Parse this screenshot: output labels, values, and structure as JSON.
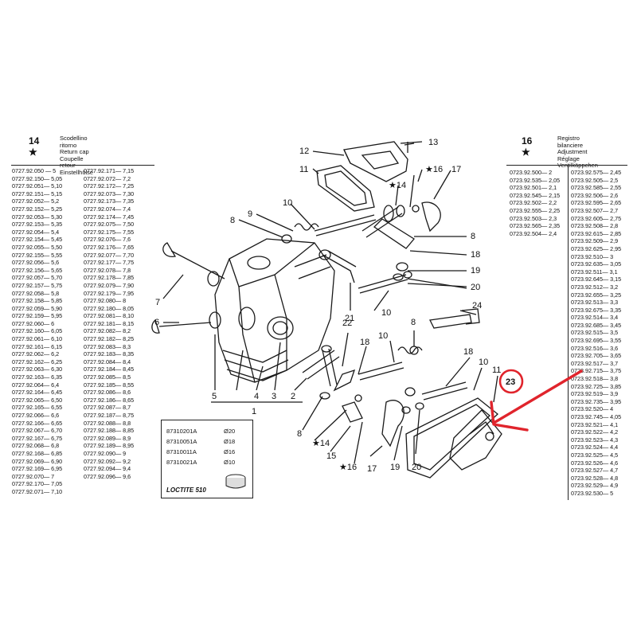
{
  "left_panel": {
    "number": "14 ★",
    "title_lines": [
      "Scodellino ritorno",
      "Return cap",
      "Coupelle retour",
      "Einstellhülse"
    ],
    "col1": [
      "0727.92.050 — 5",
      "0727.92.150— 5,05",
      "0727.92.051— 5,10",
      "0727.92.151— 5,15",
      "0727.92.052— 5,2",
      "0727.92.152— 5,25",
      "0727.92.053— 5,30",
      "0727.92.153— 5,35",
      "0727.92.054— 5,4",
      "0727.92.154— 5,45",
      "0727.92.055— 5,50",
      "0727.92.155— 5,55",
      "0727.92.056— 5,6",
      "0727.92.156— 5,65",
      "0727.92.057— 5,70",
      "0727.92.157— 5,75",
      "0727.92.058— 5,8",
      "0727.92.158— 5,85",
      "0727.92.059— 5,90",
      "0727.92.159— 5,95",
      "0727.92.060— 6",
      "0727.92.160— 6,05",
      "0727.92.061— 6,10",
      "0727.92.161— 6,15",
      "0727.92.062— 6,2",
      "0727.92.162— 6,25",
      "0727.92.063— 6,30",
      "0727.92.163— 6,35",
      "0727.92.064— 6,4",
      "0727.92.164— 6,45",
      "0727.92.065— 6,50",
      "0727.92.165— 6,55",
      "0727.92.066— 6,6",
      "0727.92.166— 6,65",
      "0727.92.067— 6,70",
      "0727.92.167— 6,75",
      "0727.92.068— 6,8",
      "0727.92.168— 6,85",
      "0727.92.069— 6,90",
      "0727.92.169— 6,95",
      "0727.92.070— 7",
      "0727.92.170— 7,05",
      "0727.92.071— 7,10"
    ],
    "col2": [
      "0727.92.171— 7,15",
      "0727.92.072— 7,2",
      "0727.92.172— 7,25",
      "0727.92.073— 7,30",
      "0727.92.173— 7,35",
      "0727.92.074— 7,4",
      "0727.92.174— 7,45",
      "0727.92.075— 7,50",
      "0727.92.175— 7,55",
      "0727.92.076— 7,6",
      "0727.92.176— 7,65",
      "0727.92.077— 7,70",
      "0727.92.177— 7,75",
      "0727.92.078— 7,8",
      "0727.92.178— 7,85",
      "0727.92.079— 7,90",
      "0727.92.179— 7,95",
      "0727.92.080— 8",
      "0727.92.180— 8,05",
      "0727.92.081— 8,10",
      "0727.92.181— 8,15",
      "0727.92.082— 8,2",
      "0727.92.182— 8,25",
      "0727.92.083— 8,3",
      "0727.92.183— 8,35",
      "0727.92.084— 8,4",
      "0727.92.184— 8,45",
      "0727.92.085— 8,5",
      "0727.92.185— 8,55",
      "0727.92.086— 8,6",
      "0727.92.186— 8,65",
      "0727.92.087— 8,7",
      "0727.92.187— 8,75",
      "0727.92.088— 8,8",
      "0727.92.188— 8,85",
      "0727.92.089— 8,9",
      "0727.92.189— 8,95",
      "0727.92.090— 9",
      "0727.92.092— 9,2",
      "0727.92.094— 9,4",
      "0727.92.096— 9,6"
    ]
  },
  "right_panel": {
    "number": "16 ★",
    "title_lines": [
      "Registro bilanciere",
      "Adjustment",
      "Réglage",
      "Ventilkäppchen"
    ],
    "col1": [
      "0723.92.500— 2",
      "0723.92.535— 2,05",
      "0723.92.501— 2,1",
      "0723.92.545— 2,15",
      "0723.92.502— 2,2",
      "0723.92.555— 2,25",
      "0723.92.503— 2,3",
      "0723.92.565— 2,35",
      "0723.92.504— 2,4"
    ],
    "col2": [
      "0723.92.575— 2,45",
      "0723.92.505— 2,5",
      "0723.92.585— 2,55",
      "0723.92.506— 2,6",
      "0723.92.595— 2,65",
      "0723.92.507— 2,7",
      "0723.92.605— 2,75",
      "0723.92.508— 2,8",
      "0723.92.615— 2,85",
      "0723.92.509— 2,9",
      "0723.92.625— 2,95",
      "0723.92.510— 3",
      "0723.92.635— 3,05",
      "0723.92.511— 3,1",
      "0723.92.645— 3,15",
      "0723.92.512— 3,2",
      "0723.92.655— 3,25",
      "0723.92.513— 3,3",
      "0723.92.675— 3,35",
      "0723.92.514— 3,4",
      "0723.92.685— 3,45",
      "0723.92.515— 3,5",
      "0723.92.695— 3,55",
      "0723.92.516— 3,6",
      "0723.92.705— 3,65",
      "0723.92.517— 3,7",
      "0723.92.715— 3,75",
      "0723.92.518— 3,8",
      "0723.92.725— 3,85",
      "0723.92.519— 3,9",
      "0723.92.735— 3,95",
      "0723.92.520— 4",
      "0723.92.745— 4,05",
      "0723.92.521— 4,1",
      "0723.92.522— 4,2",
      "0723.92.523— 4,3",
      "0723.92.524— 4,4",
      "0723.92.525— 4,5",
      "0723.92.526— 4,6",
      "0723.92.527— 4,7",
      "0723.92.528— 4,8",
      "0723.92.529— 4,9",
      "0723.92.530— 5"
    ]
  },
  "diagram": {
    "callouts": [
      "13",
      "12",
      "11",
      "★16",
      "17",
      "★14",
      "10",
      "9",
      "8",
      "8",
      "18",
      "19",
      "20",
      "7",
      "6",
      "21",
      "10",
      "24",
      "5",
      "4",
      "3",
      "2",
      "1",
      "22",
      "18",
      "10",
      "8",
      "18",
      "10",
      "11",
      "8",
      "★14",
      "15",
      "★16",
      "17",
      "19",
      "20",
      "23"
    ],
    "highlight_label": "23",
    "highlight_color": "#e0242c",
    "arrow_color": "#e0242c"
  },
  "parts_box": {
    "rows": [
      {
        "code": "87310201A",
        "size": "Ø20"
      },
      {
        "code": "87310051A",
        "size": "Ø18"
      },
      {
        "code": "87310011A",
        "size": "Ø16"
      },
      {
        "code": "87310021A",
        "size": "Ø10"
      }
    ],
    "loctite": "LOCTITE 510"
  }
}
